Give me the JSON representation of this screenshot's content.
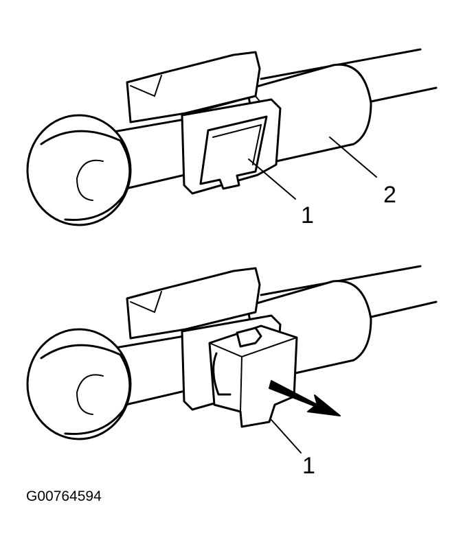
{
  "diagram": {
    "top_view": {
      "callouts": [
        {
          "id": "clip",
          "text": "1"
        },
        {
          "id": "pipe",
          "text": "2"
        }
      ]
    },
    "bottom_view": {
      "callouts": [
        {
          "id": "clip",
          "text": "1"
        }
      ],
      "arrow": "arrow-right-down-icon"
    },
    "figure_id": "G00764594",
    "colors": {
      "line": "#000000",
      "background": "#ffffff"
    }
  }
}
